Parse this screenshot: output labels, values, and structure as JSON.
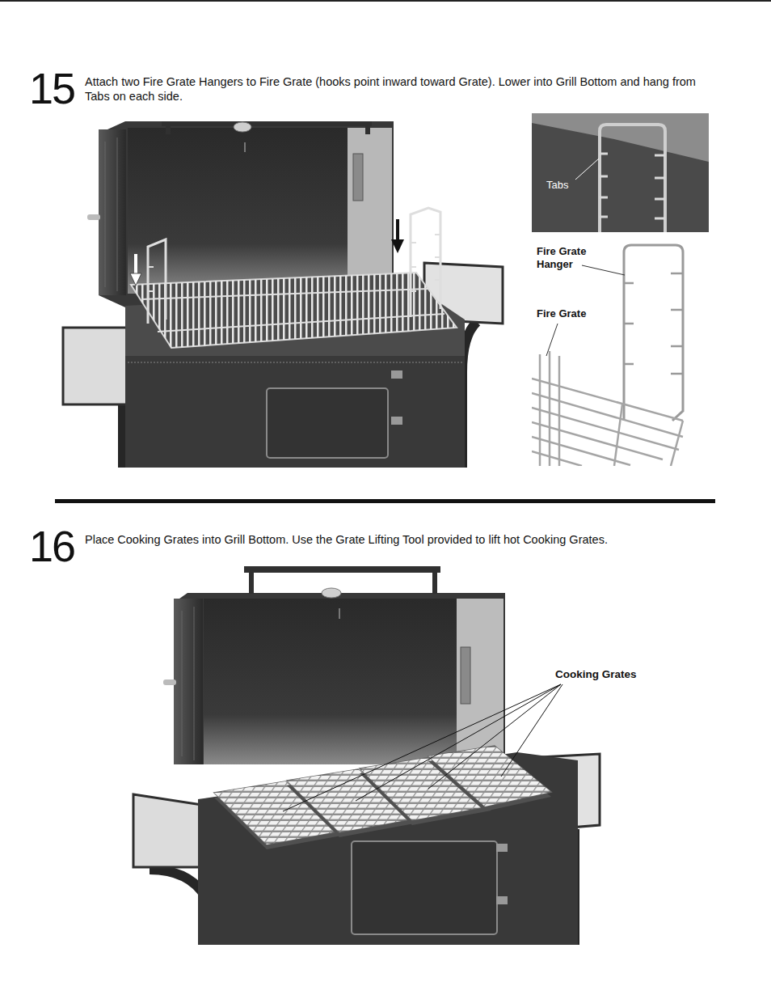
{
  "diagram": {
    "labels": [
      "15",
      "Attach two Fire Grate Hangers to Fire Grate (hooks point inward toward Grate). Lower into Grill Bottom and hang from Tabs on each side.",
      "Tabs",
      "Fire Grate Hanger",
      "Fire Grate",
      "16",
      "Place Cooking Grates into Grill Bottom. Use the Grate Lifting Tool provided to lift hot Cooking Grates.",
      "Cooking Grates"
    ]
  }
}
